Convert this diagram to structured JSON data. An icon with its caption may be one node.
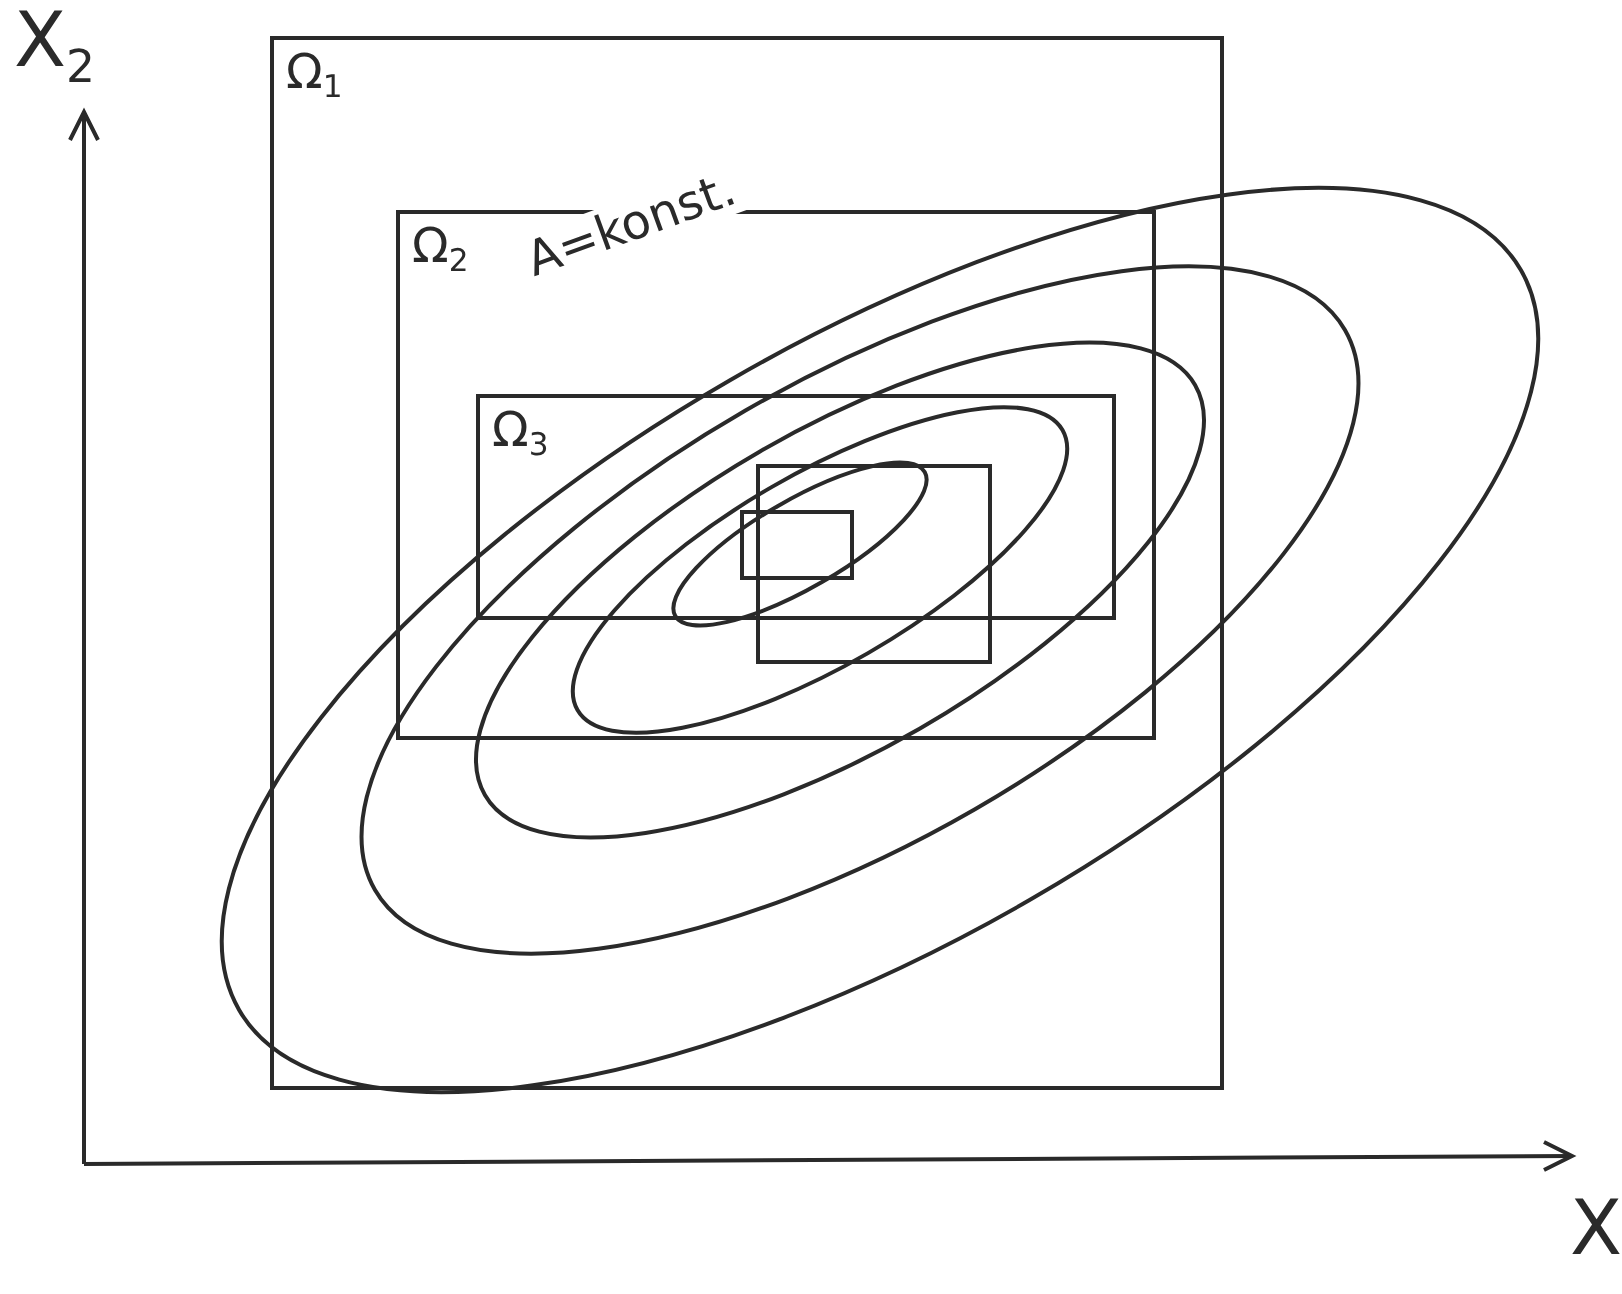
{
  "diagram": {
    "nodes": [
      {
        "text": [
          "Ω$_{1}$"
        ]
      },
      {
        "text": [
          "Ω$_{2}$"
        ],
        "in": 0
      },
      {
        "text": [
          "Ω$_{3}$"
        ],
        "in": 1
      },
      {
        "text": [],
        "shape": "box",
        "in": 1
      },
      {
        "text": [],
        "shape": "box",
        "in": 2
      }
    ],
    "labels": [
      "X$_{2}$",
      "A=konst.",
      "X"
    ]
  }
}
